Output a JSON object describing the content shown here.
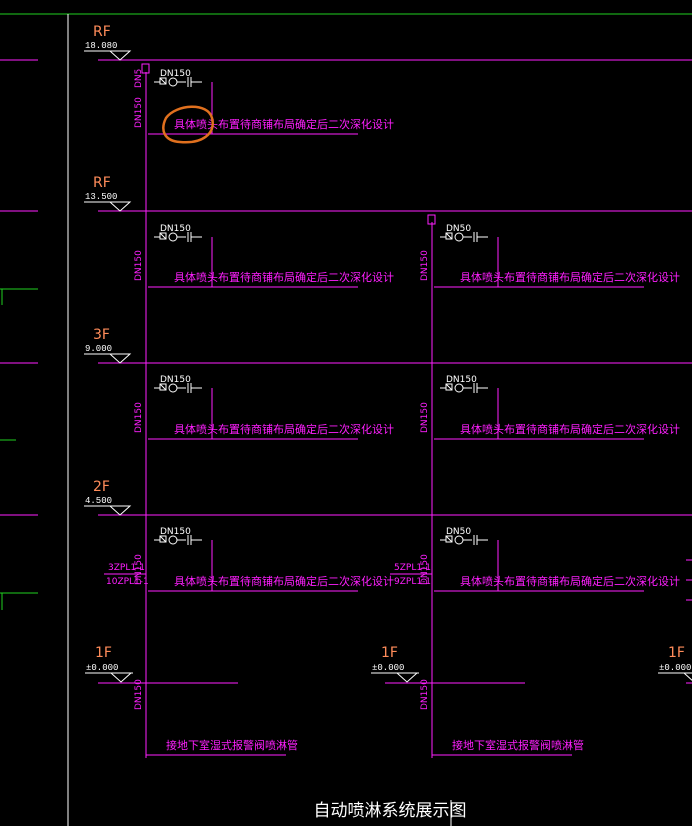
{
  "colors": {
    "background": "#000000",
    "floor_line": "#ff1fff",
    "pipe": "#ff1fff",
    "level_text": "#ff8c5a",
    "elev_text": "#ffffff",
    "symbol": "#ffffff",
    "frame": "#ffffff",
    "green": "#1fd11f",
    "annotation_circle": "#e0701e",
    "title": "#ffffff"
  },
  "levels": [
    {
      "name": "RF",
      "elev": "18.080"
    },
    {
      "name": "RF",
      "elev": "13.500"
    },
    {
      "name": "3F",
      "elev": "9.000"
    },
    {
      "name": "2F",
      "elev": "4.500"
    }
  ],
  "ground": [
    {
      "name": "1F",
      "elev": "±0.000"
    },
    {
      "name": "1F",
      "elev": "±0.000"
    },
    {
      "name": "1F",
      "elev": "±0.000"
    }
  ],
  "pipe_size_main": "DN150",
  "pipe_size_top": "DN5",
  "branch_size": "DN150",
  "branch_size_right": "DN50",
  "sprinkler_note": "具体喷头布置待商铺布局确定后二次深化设计",
  "riser_labels": {
    "left_top": "3ZPL1-1",
    "left_bottom": "10ZPL1-1",
    "right_top": "5ZPL1-1",
    "right_bottom": "9ZPL1-1"
  },
  "basement_note": "接地下室湿式报警阀喷淋管",
  "title": "自动喷淋系统展示图"
}
